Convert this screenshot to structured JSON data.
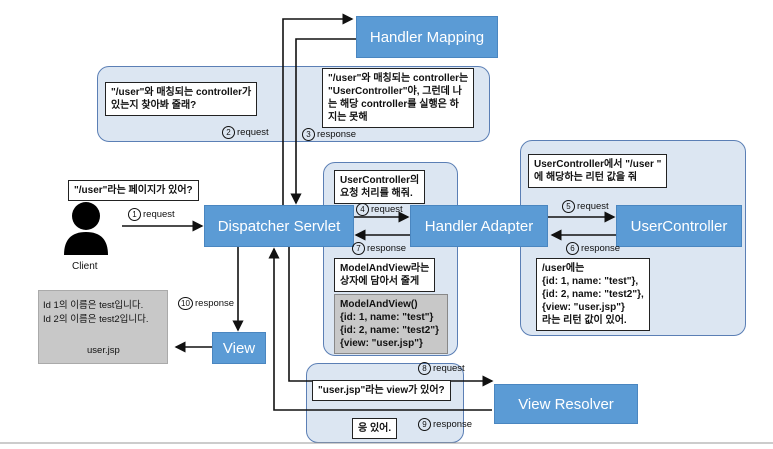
{
  "components": {
    "handler_mapping": "Handler Mapping",
    "dispatcher_servlet": "Dispatcher Servlet",
    "handler_adapter": "Handler Adapter",
    "user_controller": "UserController",
    "view": "View",
    "view_resolver": "View Resolver",
    "client": "Client"
  },
  "notes": {
    "client_says": "\"/user\"라는 페이지가 있어?",
    "ds_to_hm": [
      "\"/user\"와 매칭되는 controller가",
      "있는지 찾아봐 줄래?"
    ],
    "hm_reply": [
      "\"/user\"와 매칭되는 controller는",
      "\"UserController\"야, 그런데 나",
      "는 해당 controller를 실행은 하",
      "지는 못해"
    ],
    "ds_to_ha": [
      "UserController의",
      "요청 처리를 해줘."
    ],
    "ha_to_uc": [
      "UserController에서 \"/user \"",
      "에 해당하는 리턴 값을 줘"
    ],
    "uc_reply": [
      "/user에는",
      "{id: 1, name: \"test\"},",
      "{id: 2, name: \"test2\"},",
      "{view: \"user.jsp\"}",
      "라는 리턴 값이 있어."
    ],
    "ha_reply": [
      "ModelAndView라는",
      "상자에 담아서 줄게"
    ],
    "mav_box": [
      "ModelAndView()",
      "{id: 1, name: \"test\"}",
      "{id: 2, name: \"test2\"}",
      "{view: \"user.jsp\"}"
    ],
    "ds_to_vr": "\"user.jsp\"라는 view가 있어?",
    "vr_reply": "응 있어.",
    "jsp_page": [
      "Id 1의 이름은 test입니다.",
      "Id 2의 이름은 test2입니다."
    ],
    "jsp_file": "user.jsp"
  },
  "steps": [
    {
      "num": "1",
      "label": "request"
    },
    {
      "num": "2",
      "label": "request"
    },
    {
      "num": "3",
      "label": "response"
    },
    {
      "num": "4",
      "label": "request"
    },
    {
      "num": "5",
      "label": "request"
    },
    {
      "num": "6",
      "label": "response"
    },
    {
      "num": "7",
      "label": "response"
    },
    {
      "num": "8",
      "label": "request"
    },
    {
      "num": "9",
      "label": "response"
    },
    {
      "num": "10",
      "label": "response"
    }
  ],
  "colors": {
    "component_fill": "#5b9bd5",
    "panel_fill": "#dce6f2",
    "panel_border": "#5b7fb5",
    "jsp_fill": "#c8c8c8"
  }
}
